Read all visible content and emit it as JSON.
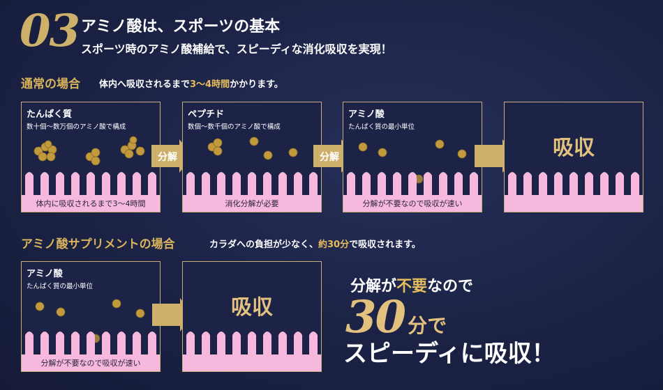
{
  "header": {
    "number": "03",
    "title": "アミノ酸は、スポーツの基本",
    "subtitle": "スポーツ時のアミノ酸補給で、スピーディな消化吸収を実現！"
  },
  "normal": {
    "label": "通常の場合",
    "desc_pre": "体内へ吸収されるまで",
    "desc_hl": "3〜4時間",
    "desc_post": "かかります。",
    "panels": [
      {
        "title": "たんぱく質",
        "sub": "数十個〜数万個のアミノ酸で構成",
        "caption": "体内に吸収されるまで3〜4時間"
      },
      {
        "title": "ペプチド",
        "sub": "数個〜数千個のアミノ酸で構成",
        "caption": "消化分解が必要"
      },
      {
        "title": "アミノ酸",
        "sub": "たんぱく質の最小単位",
        "caption": "分解が不要なので吸収が速い"
      },
      {
        "big": "吸収"
      }
    ],
    "arrows": [
      "分解",
      "分解",
      ""
    ]
  },
  "supplement": {
    "label": "アミノ酸サプリメントの場合",
    "desc_pre": "カラダへの負担が少なく、",
    "desc_hl": "約30分",
    "desc_post": "で吸収されます。",
    "panels": [
      {
        "title": "アミノ酸",
        "sub": "たんぱく質の最小単位",
        "caption": "分解が不要なので吸収が速い"
      },
      {
        "big": "吸収"
      }
    ]
  },
  "conclusion": {
    "line1_a": "分解が",
    "line1_hl": "不要",
    "line1_b": "なので",
    "number": "30",
    "unit": "分で",
    "line3": "スピーディに吸収！"
  },
  "colors": {
    "gold": "#cdb06a",
    "villi_pink": "#f6b8dc",
    "background": "#1b2245"
  }
}
